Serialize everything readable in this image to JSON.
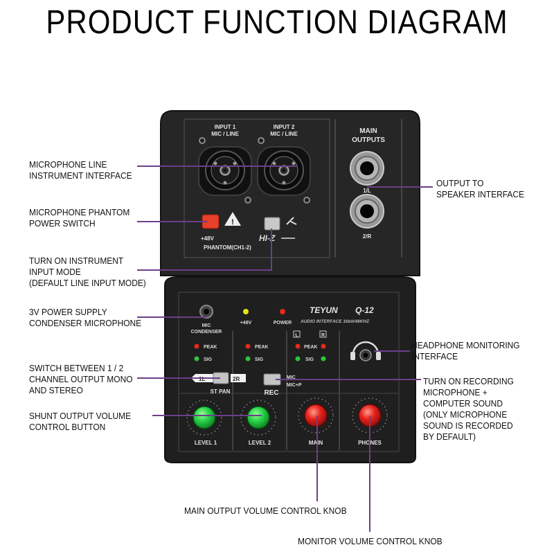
{
  "title": "PRODUCT FUNCTION DIAGRAM",
  "callouts": {
    "mic_line": "MICROPHONE LINE\nINSTRUMENT INTERFACE",
    "phantom_switch": "MICROPHONE PHANTOM\nPOWER SWITCH",
    "instrument_mode": "TURN ON INSTRUMENT\nINPUT MODE\n(DEFAULT LINE INPUT MODE)",
    "power_supply": "3V POWER SUPPLY\nCONDENSER MICROPHONE",
    "switch_mono_stereo": "SWITCH BETWEEN 1 / 2\nCHANNEL OUTPUT MONO\nAND STEREO",
    "shunt_volume": "SHUNT OUTPUT VOLUME\nCONTROL BUTTON",
    "output_speaker": "OUTPUT TO\nSPEAKER INTERFACE",
    "headphone": "HEADPHONE MONITORING\nINTERFACE",
    "recording": "TURN ON RECORDING\nMICROPHONE +\nCOMPUTER SOUND\n(ONLY MICROPHONE\nSOUND IS RECORDED\nBY DEFAULT)",
    "main_knob": "MAIN OUTPUT VOLUME CONTROL KNOB",
    "monitor_knob": "MONITOR VOLUME CONTROL KNOB"
  },
  "device": {
    "input1": "INPUT 1",
    "input1_sub": "MIC / LINE",
    "input2": "INPUT 2",
    "input2_sub": "MIC / LINE",
    "main_outputs_1": "MAIN",
    "main_outputs_2": "OUTPUTS",
    "out_l": "1/L",
    "out_r": "2/R",
    "plus48v": "+48V",
    "phantom": "PHANTOM(CH1-2)",
    "hiz": "HI-Z",
    "mic_1": "MIC",
    "mic_2": "CONDENSER",
    "led_48v": "+48V",
    "led_power": "POWER",
    "brand": "TEYUN",
    "model": "Q-12",
    "subtitle": "AUDIO INTERFACE 16bit/48KHZ",
    "peak": "PEAK",
    "sig": "SIG",
    "ch_l": "L",
    "ch_r": "R",
    "st_pan": "ST PAN",
    "pan_1l": "1L",
    "pan_2r": "2R",
    "rec": "REC",
    "rec_mic": "MIC",
    "rec_micp": "MIC+P",
    "level1": "LEVEL 1",
    "level2": "LEVEL 2",
    "main": "MAIN",
    "phones": "PHONES"
  },
  "colors": {
    "leader": "#6b3f8a",
    "panel": "#2a2a2a",
    "knob_green": "#2bd34a",
    "knob_red": "#e8231d",
    "phantom_button": "#e8402a"
  }
}
